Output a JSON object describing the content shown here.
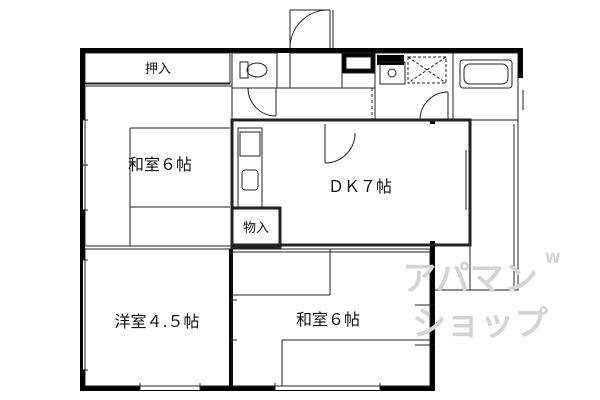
{
  "rooms": {
    "oshiire": "押入",
    "washitsu_upper": "和室６帖",
    "dk": "ＤＫ７帖",
    "monoire": "物入",
    "youshitsu": "洋室４.５帖",
    "washitsu_lower": "和室６帖"
  },
  "watermark": {
    "line1": "アパマン",
    "line2": "ショップ",
    "mark": "W"
  },
  "colors": {
    "wall": "#000000",
    "line": "#222222",
    "watermark": "#d4d4d4"
  },
  "icons": [
    "toilet-icon",
    "bathtub-icon",
    "kitchen-sink-icon",
    "washbasin-icon",
    "washer-pan-icon",
    "door-swing-icon"
  ]
}
